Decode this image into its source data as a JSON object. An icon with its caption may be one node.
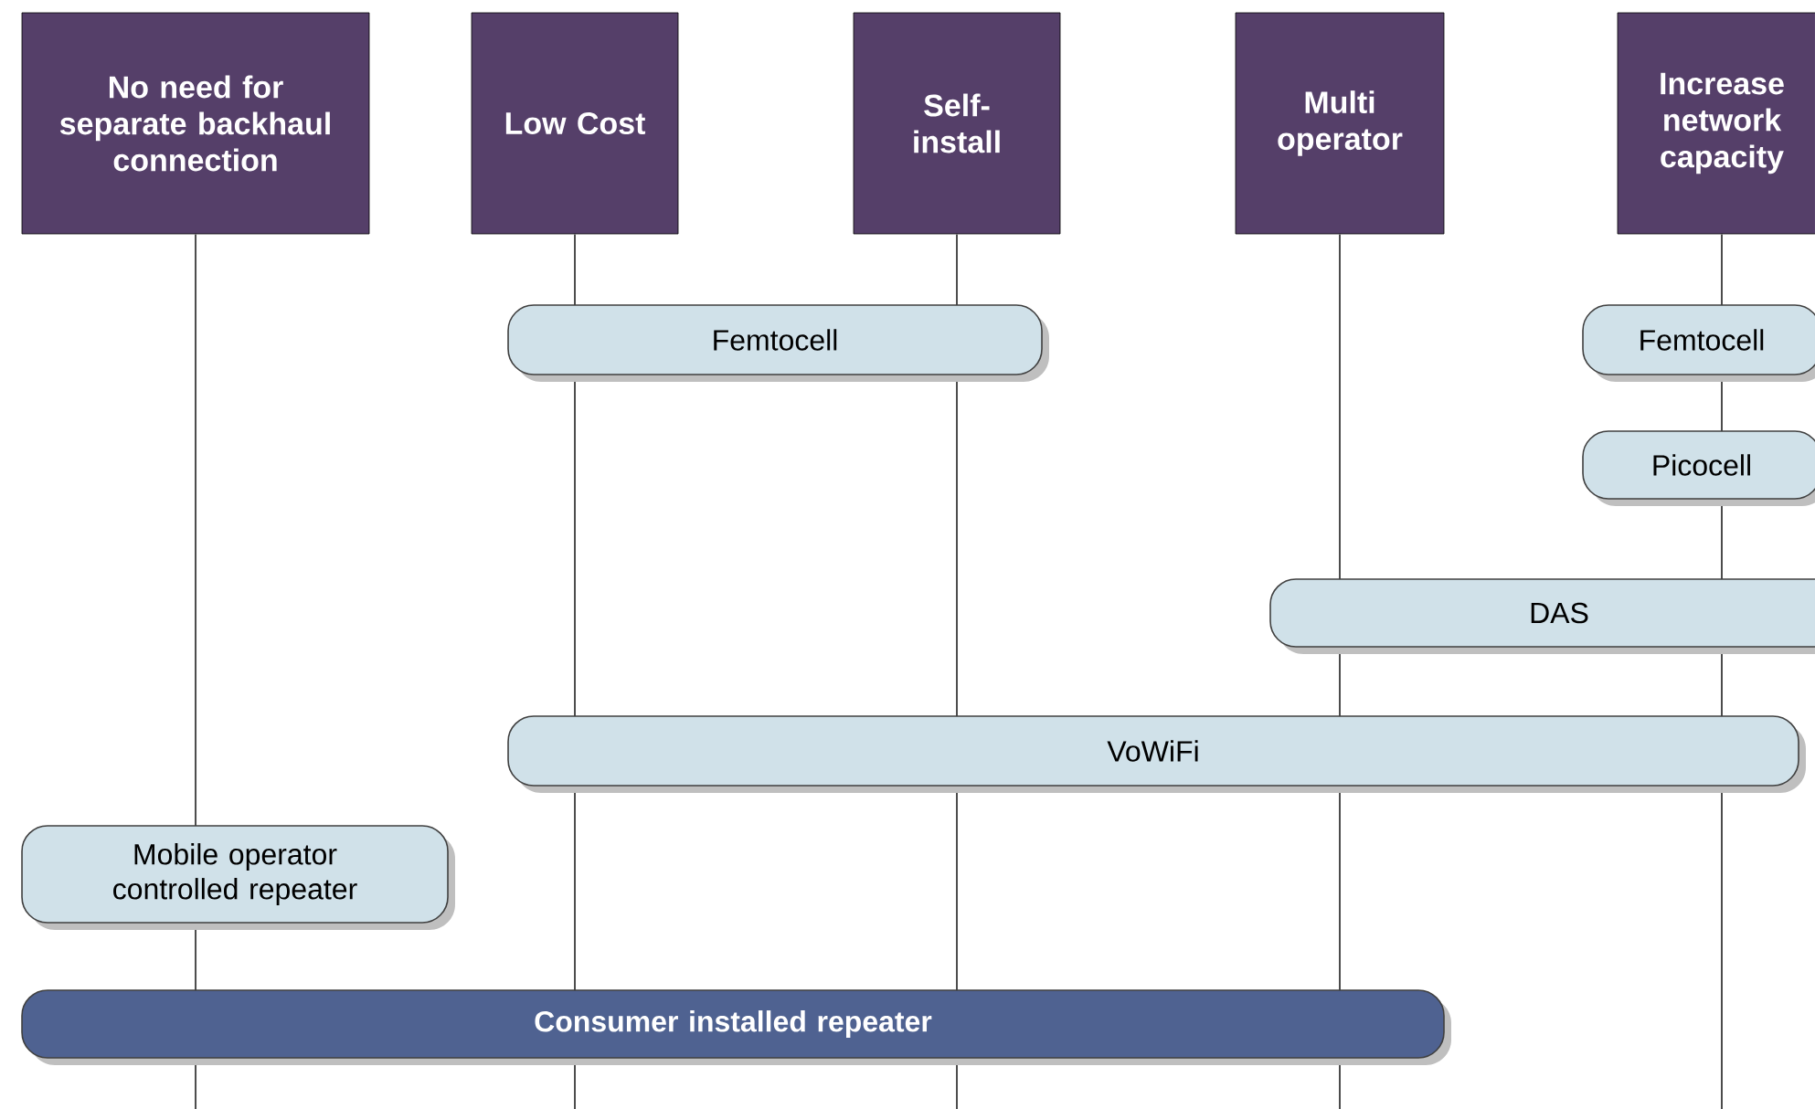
{
  "diagram": {
    "nodes": [
      {
        "text": [
          "No need for separate backhaul connection"
        ]
      },
      {
        "text": [
          "Low Cost"
        ]
      },
      {
        "text": [
          "Self-install"
        ]
      },
      {
        "text": [
          "Multi operator"
        ]
      },
      {
        "text": [
          "Increase network capacity"
        ]
      },
      {
        "text": [
          "Femtocell"
        ]
      },
      {
        "text": [
          "Femtocell"
        ]
      },
      {
        "text": [
          "Picocell"
        ]
      },
      {
        "text": [
          "DAS"
        ]
      },
      {
        "text": [
          "VoWiFi"
        ]
      },
      {
        "text": [
          "Mobile operator controlled repeater"
        ]
      },
      {
        "text": [
          "Consumer installed repeater"
        ]
      }
    ],
    "edges": [
      {
        "from": 0,
        "to": null,
        "arrow": "none"
      },
      {
        "from": 1,
        "to": null,
        "arrow": "none"
      },
      {
        "from": 2,
        "to": null,
        "arrow": "none"
      },
      {
        "from": 3,
        "to": null,
        "arrow": "none"
      },
      {
        "from": 4,
        "to": null,
        "arrow": "none"
      }
    ]
  }
}
